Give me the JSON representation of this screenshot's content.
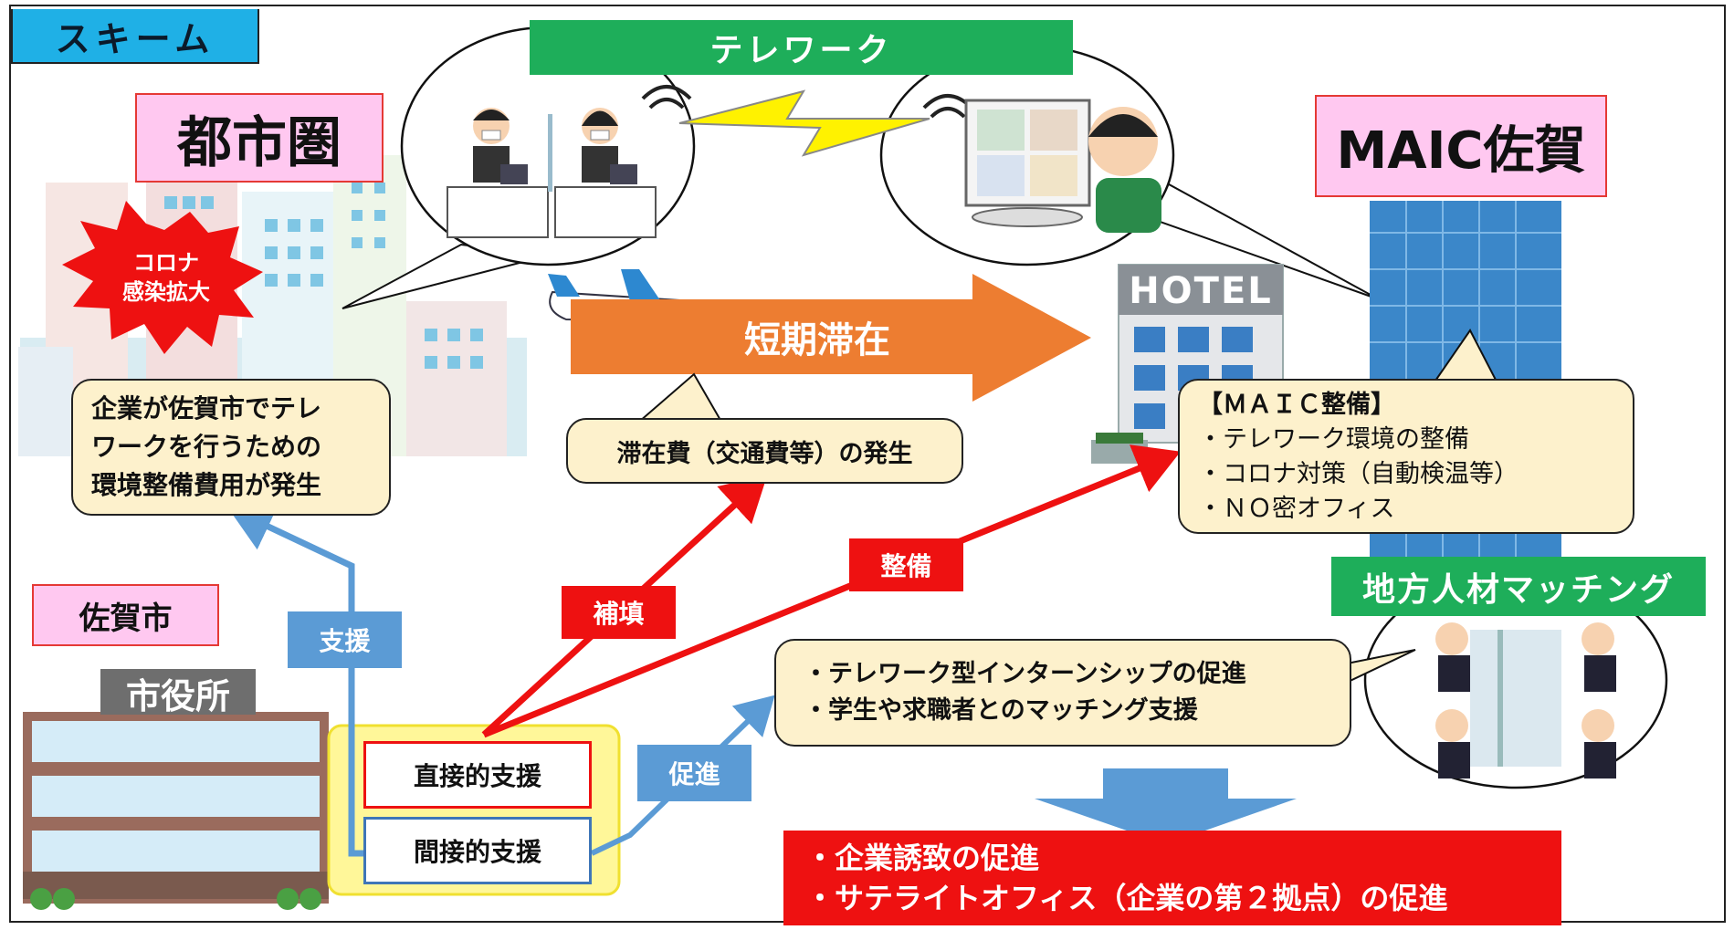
{
  "header": {
    "tag": "スキーム"
  },
  "telework_band": "テレワーク",
  "urban": {
    "label": "都市圏"
  },
  "corona_burst": {
    "line1": "コロナ",
    "line2": "感染拡大"
  },
  "urban_note": {
    "lines": [
      "企業が佐賀市でテレ",
      "ワークを行うための",
      "環境整備費用が発生"
    ]
  },
  "short_stay": {
    "label": "短期滞在"
  },
  "stay_cost": {
    "text": "滞在費（交通費等）の発生"
  },
  "hotel_sign": "HOTEL",
  "maic": {
    "label": "MAIC佐賀",
    "title": "【ＭＡＩＣ整備】",
    "items": [
      "・テレワーク環境の整備",
      "・コロナ対策（自動検温等）",
      "・ＮＯ密オフィス"
    ]
  },
  "matching_band": "地方人材マッチング",
  "saga": {
    "label": "佐賀市",
    "city_hall_sign": "市役所",
    "direct_support": "直接的支援",
    "indirect_support": "間接的支援"
  },
  "tags": {
    "support": "支援",
    "compensate": "補填",
    "maintain": "整備",
    "promote": "促進"
  },
  "intern_box": {
    "lines": [
      "・テレワーク型インターンシップの促進",
      "・学生や求職者とのマッチング支援"
    ]
  },
  "result_box": {
    "lines": [
      "・企業誘致の促進",
      "・サテライトオフィス（企業の第２拠点）の促進"
    ]
  },
  "colors": {
    "green": "#1eae5a",
    "pink": "#ffc8f0",
    "red": "#ee1111",
    "blue": "#5b9bd5",
    "orange": "#ed7d31",
    "tan": "#fdf1cc",
    "yellow": "#fff799",
    "cyan": "#1fb0e6"
  }
}
